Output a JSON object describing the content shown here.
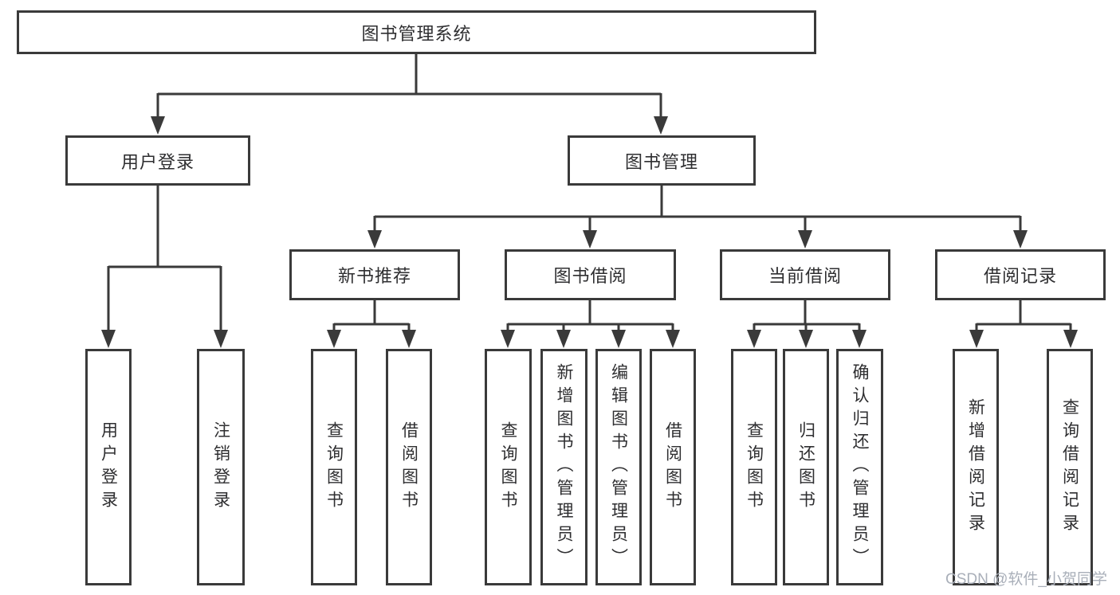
{
  "diagram": {
    "type": "hierarchy-tree",
    "root": {
      "label": "图书管理系统"
    },
    "branches": [
      {
        "label": "用户登录",
        "children": [
          {
            "label": "用户登录"
          },
          {
            "label": "注销登录"
          }
        ]
      },
      {
        "label": "图书管理",
        "children": [
          {
            "label": "新书推荐",
            "children": [
              {
                "label": "查询图书"
              },
              {
                "label": "借阅图书"
              }
            ]
          },
          {
            "label": "图书借阅",
            "children": [
              {
                "label": "查询图书"
              },
              {
                "label": "新增图书（管理员）"
              },
              {
                "label": "编辑图书（管理员）"
              },
              {
                "label": "借阅图书"
              }
            ]
          },
          {
            "label": "当前借阅",
            "children": [
              {
                "label": "查询图书"
              },
              {
                "label": "归还图书"
              },
              {
                "label": "确认归还（管理员）"
              }
            ]
          },
          {
            "label": "借阅记录",
            "children": [
              {
                "label": "新增借阅记录"
              },
              {
                "label": "查询借阅记录"
              }
            ]
          }
        ]
      }
    ]
  },
  "watermark": {
    "text": "CSDN @软件_小贺同学"
  },
  "colors": {
    "line": "#3a3a3a",
    "box_border": "#3a3a3a",
    "text": "#2e2e30",
    "background": "#ffffff",
    "watermark": "#a9afb9"
  }
}
